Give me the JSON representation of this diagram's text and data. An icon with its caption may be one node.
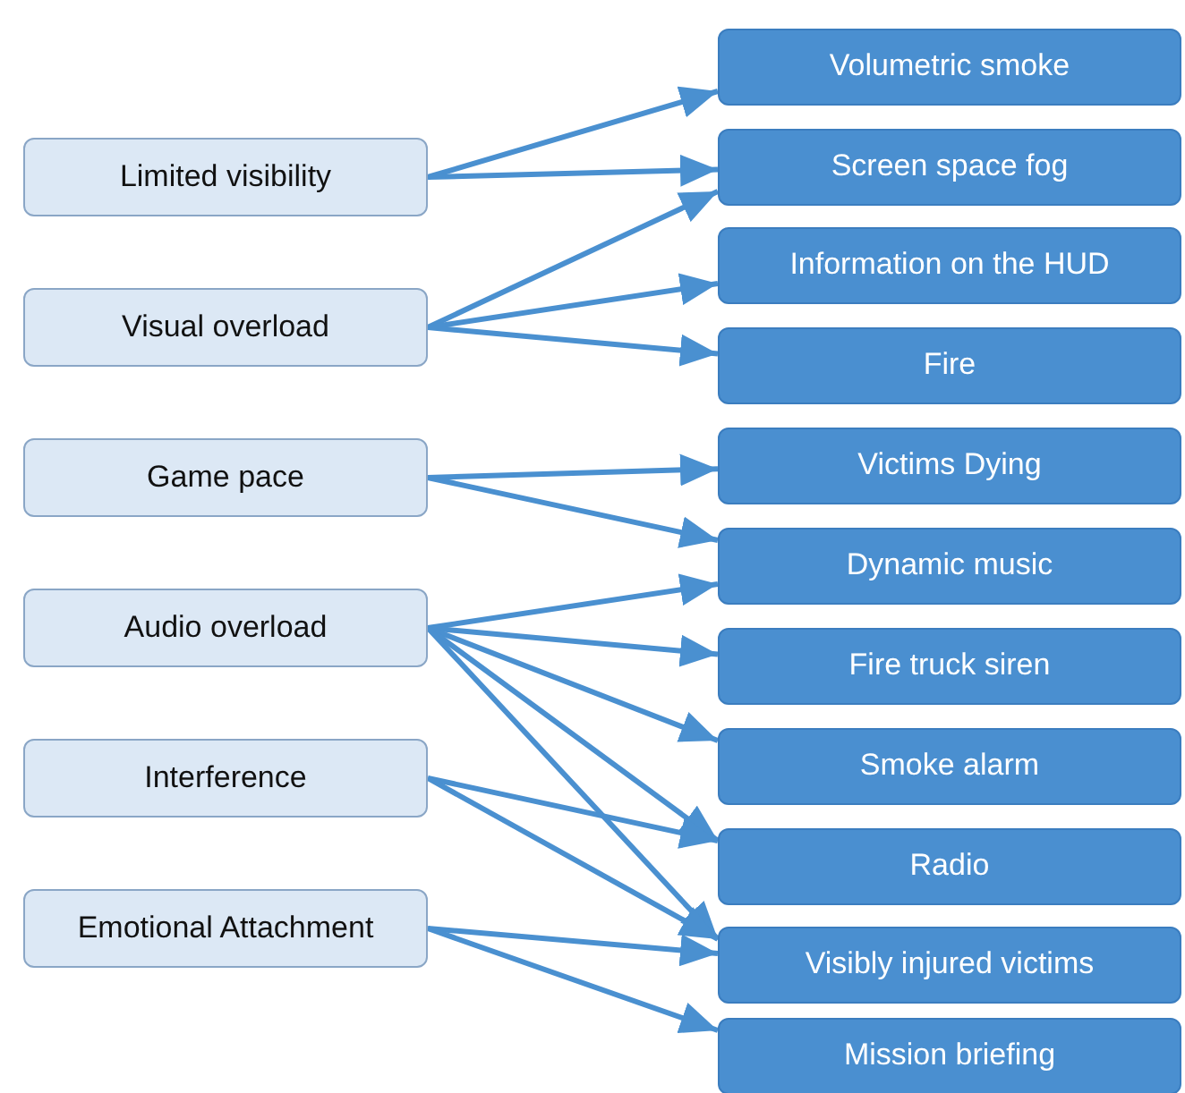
{
  "diagram": {
    "nodes": [
      {
        "text": [
          "Limited visibility"
        ]
      },
      {
        "text": [
          "Visual overload"
        ]
      },
      {
        "text": [
          "Game pace"
        ]
      },
      {
        "text": [
          "Audio overload"
        ]
      },
      {
        "text": [
          "Interference"
        ]
      },
      {
        "text": [
          "Emotional Attachment"
        ]
      },
      {
        "text": [
          "Volumetric smoke"
        ]
      },
      {
        "text": [
          "Screen space fog"
        ]
      },
      {
        "text": [
          "Information on the HUD"
        ]
      },
      {
        "text": [
          "Fire"
        ]
      },
      {
        "text": [
          "Victims Dying"
        ]
      },
      {
        "text": [
          "Dynamic music"
        ]
      },
      {
        "text": [
          "Fire truck siren"
        ]
      },
      {
        "text": [
          "Smoke alarm"
        ]
      },
      {
        "text": [
          "Radio"
        ]
      },
      {
        "text": [
          "Visibly injured victims"
        ]
      },
      {
        "text": [
          "Mission briefing"
        ]
      }
    ],
    "edges": [
      {
        "from": 0,
        "to": 6,
        "arrow": "to"
      },
      {
        "from": 0,
        "to": 7,
        "arrow": "to"
      },
      {
        "from": 1,
        "to": 7,
        "arrow": "to"
      },
      {
        "from": 1,
        "to": 8,
        "arrow": "to"
      },
      {
        "from": 1,
        "to": 9,
        "arrow": "to"
      },
      {
        "from": 2,
        "to": 10,
        "arrow": "to"
      },
      {
        "from": 2,
        "to": 11,
        "arrow": "to"
      },
      {
        "from": 3,
        "to": 11,
        "arrow": "to"
      },
      {
        "from": 3,
        "to": 12,
        "arrow": "to"
      },
      {
        "from": 3,
        "to": 13,
        "arrow": "to"
      },
      {
        "from": 3,
        "to": 14,
        "arrow": "to"
      },
      {
        "from": 3,
        "to": 15,
        "arrow": "to"
      },
      {
        "from": 4,
        "to": 14,
        "arrow": "to"
      },
      {
        "from": 4,
        "to": 15,
        "arrow": "to"
      },
      {
        "from": 5,
        "to": 15,
        "arrow": "to"
      },
      {
        "from": 5,
        "to": 16,
        "arrow": "to"
      }
    ]
  }
}
